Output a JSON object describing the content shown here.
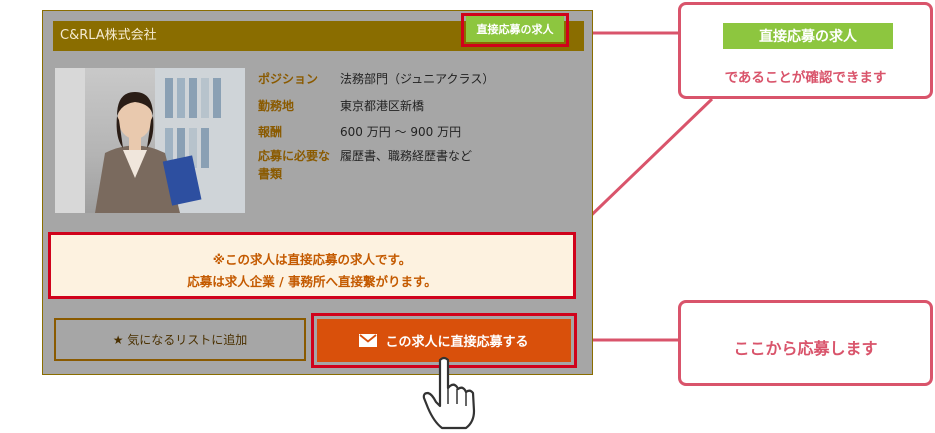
{
  "card": {
    "company": "C&RLA株式会社",
    "badge": "直接応募の求人",
    "info": [
      {
        "label": "ポジション",
        "value": "法務部門（ジュニアクラス）"
      },
      {
        "label": "勤務地",
        "value": "東京都港区新橋"
      },
      {
        "label": "報酬",
        "value": "600 万円 〜 900 万円"
      },
      {
        "label": "応募に必要な",
        "label2": "書類",
        "value": "履歴書、職務経歴書など"
      }
    ],
    "notice_line1": "※この求人は直接応募の求人です。",
    "notice_line2": "応募は求人企業 / 事務所へ直接繋がります。",
    "favorite_label": "★ 気になるリストに追加",
    "apply_label": "この求人に直接応募する"
  },
  "callouts": {
    "top_badge": "直接応募の求人",
    "top_text": "であることが確認できます",
    "bottom_text": "ここから応募します"
  },
  "colors": {
    "accent_green": "#8dc63f",
    "accent_orange": "#d9500b",
    "callout_pink": "#d9546b",
    "highlight_red": "#d0021b"
  }
}
